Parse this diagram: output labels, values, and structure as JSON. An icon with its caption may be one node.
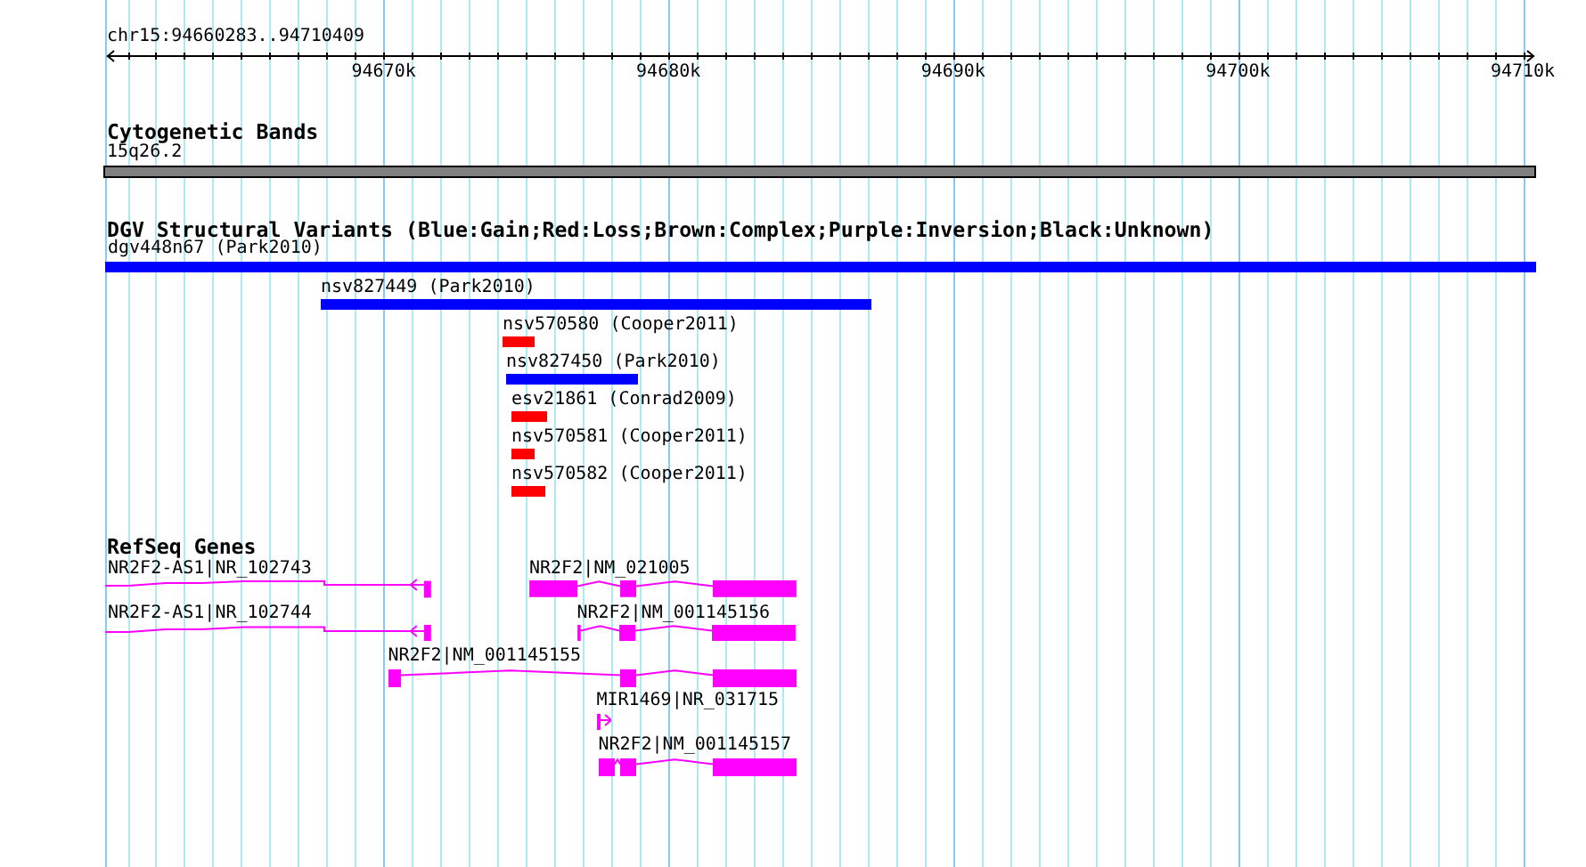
{
  "diagram": {
    "nodes": [
      {
        "text": [
          "15q26.2"
        ]
      },
      {
        "text": [
          "dgv448n67 (Park2010)"
        ]
      },
      {
        "text": [
          "nsv827449 (Park2010)"
        ]
      },
      {
        "text": [
          "nsv570580 (Cooper2011)"
        ]
      },
      {
        "text": [
          "nsv827450 (Park2010)"
        ]
      },
      {
        "text": [
          "esv21861 (Conrad2009)"
        ]
      },
      {
        "text": [
          "nsv570581 (Cooper2011)"
        ]
      },
      {
        "text": [
          "nsv570582 (Cooper2011)"
        ]
      },
      {
        "text": [
          "NR2F2-AS1|NR_102743"
        ]
      },
      {
        "text": [
          "NR2F2|NM_021005"
        ]
      },
      {
        "text": [
          "NR2F2-AS1|NR_102744"
        ]
      },
      {
        "text": [
          "NR2F2|NM_001145156"
        ]
      },
      {
        "text": [
          "NR2F2|NM_001145155"
        ]
      },
      {
        "text": [
          "MIR1469|NR_031715"
        ]
      },
      {
        "text": [
          "NR2F2|NM_001145157"
        ]
      }
    ],
    "labels": [
      "chr15:94660283..94710409",
      "94670k",
      "94680k",
      "94690k",
      "94700k",
      "94710k",
      "Cytogenetic Bands",
      "DGV Structural Variants (Blue:Gain;Red:Loss;Brown:Complex;Purple:Inversion;Black:Unknown)",
      "RefSeq Genes"
    ]
  }
}
